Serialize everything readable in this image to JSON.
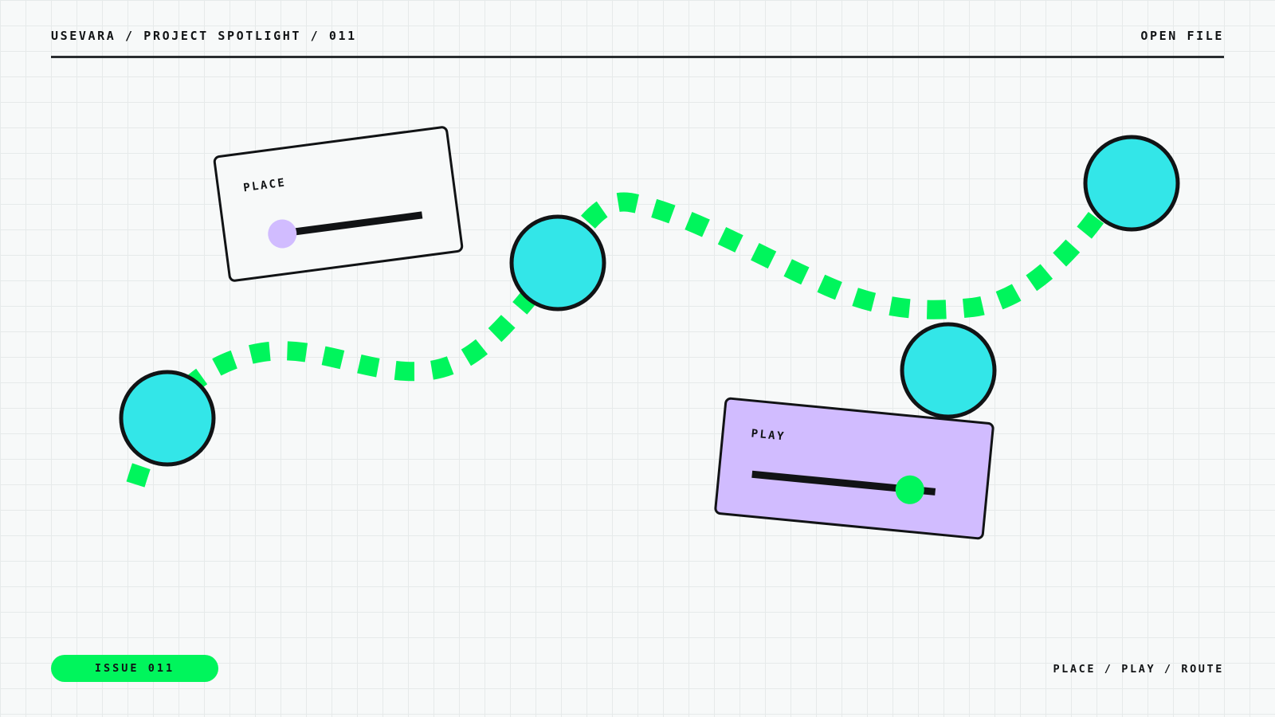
{
  "header": {
    "breadcrumb": "USEVARA / PROJECT SPOTLIGHT / 011",
    "action_label": "OPEN FILE"
  },
  "cards": [
    {
      "label": "PLACE",
      "background": "#f7f9f9",
      "slider": {
        "value_fraction": 0.05,
        "thumb_color": "#d1bcff"
      }
    },
    {
      "label": "PLAY",
      "background": "#d1bcff",
      "slider": {
        "value_fraction": 0.86,
        "thumb_color": "#00f55c"
      }
    }
  ],
  "route": {
    "nodes": 4,
    "path_color": "#00f55c",
    "node_fill": "#33e6e8",
    "node_stroke": "#111315"
  },
  "footer": {
    "issue_badge": "ISSUE 011",
    "tagline": "PLACE / PLAY / ROUTE"
  },
  "colors": {
    "background": "#f7f9f9",
    "grid": "#e6eaea",
    "ink": "#111315",
    "accent_green": "#00f55c",
    "accent_cyan": "#33e6e8",
    "accent_lilac": "#d1bcff"
  }
}
